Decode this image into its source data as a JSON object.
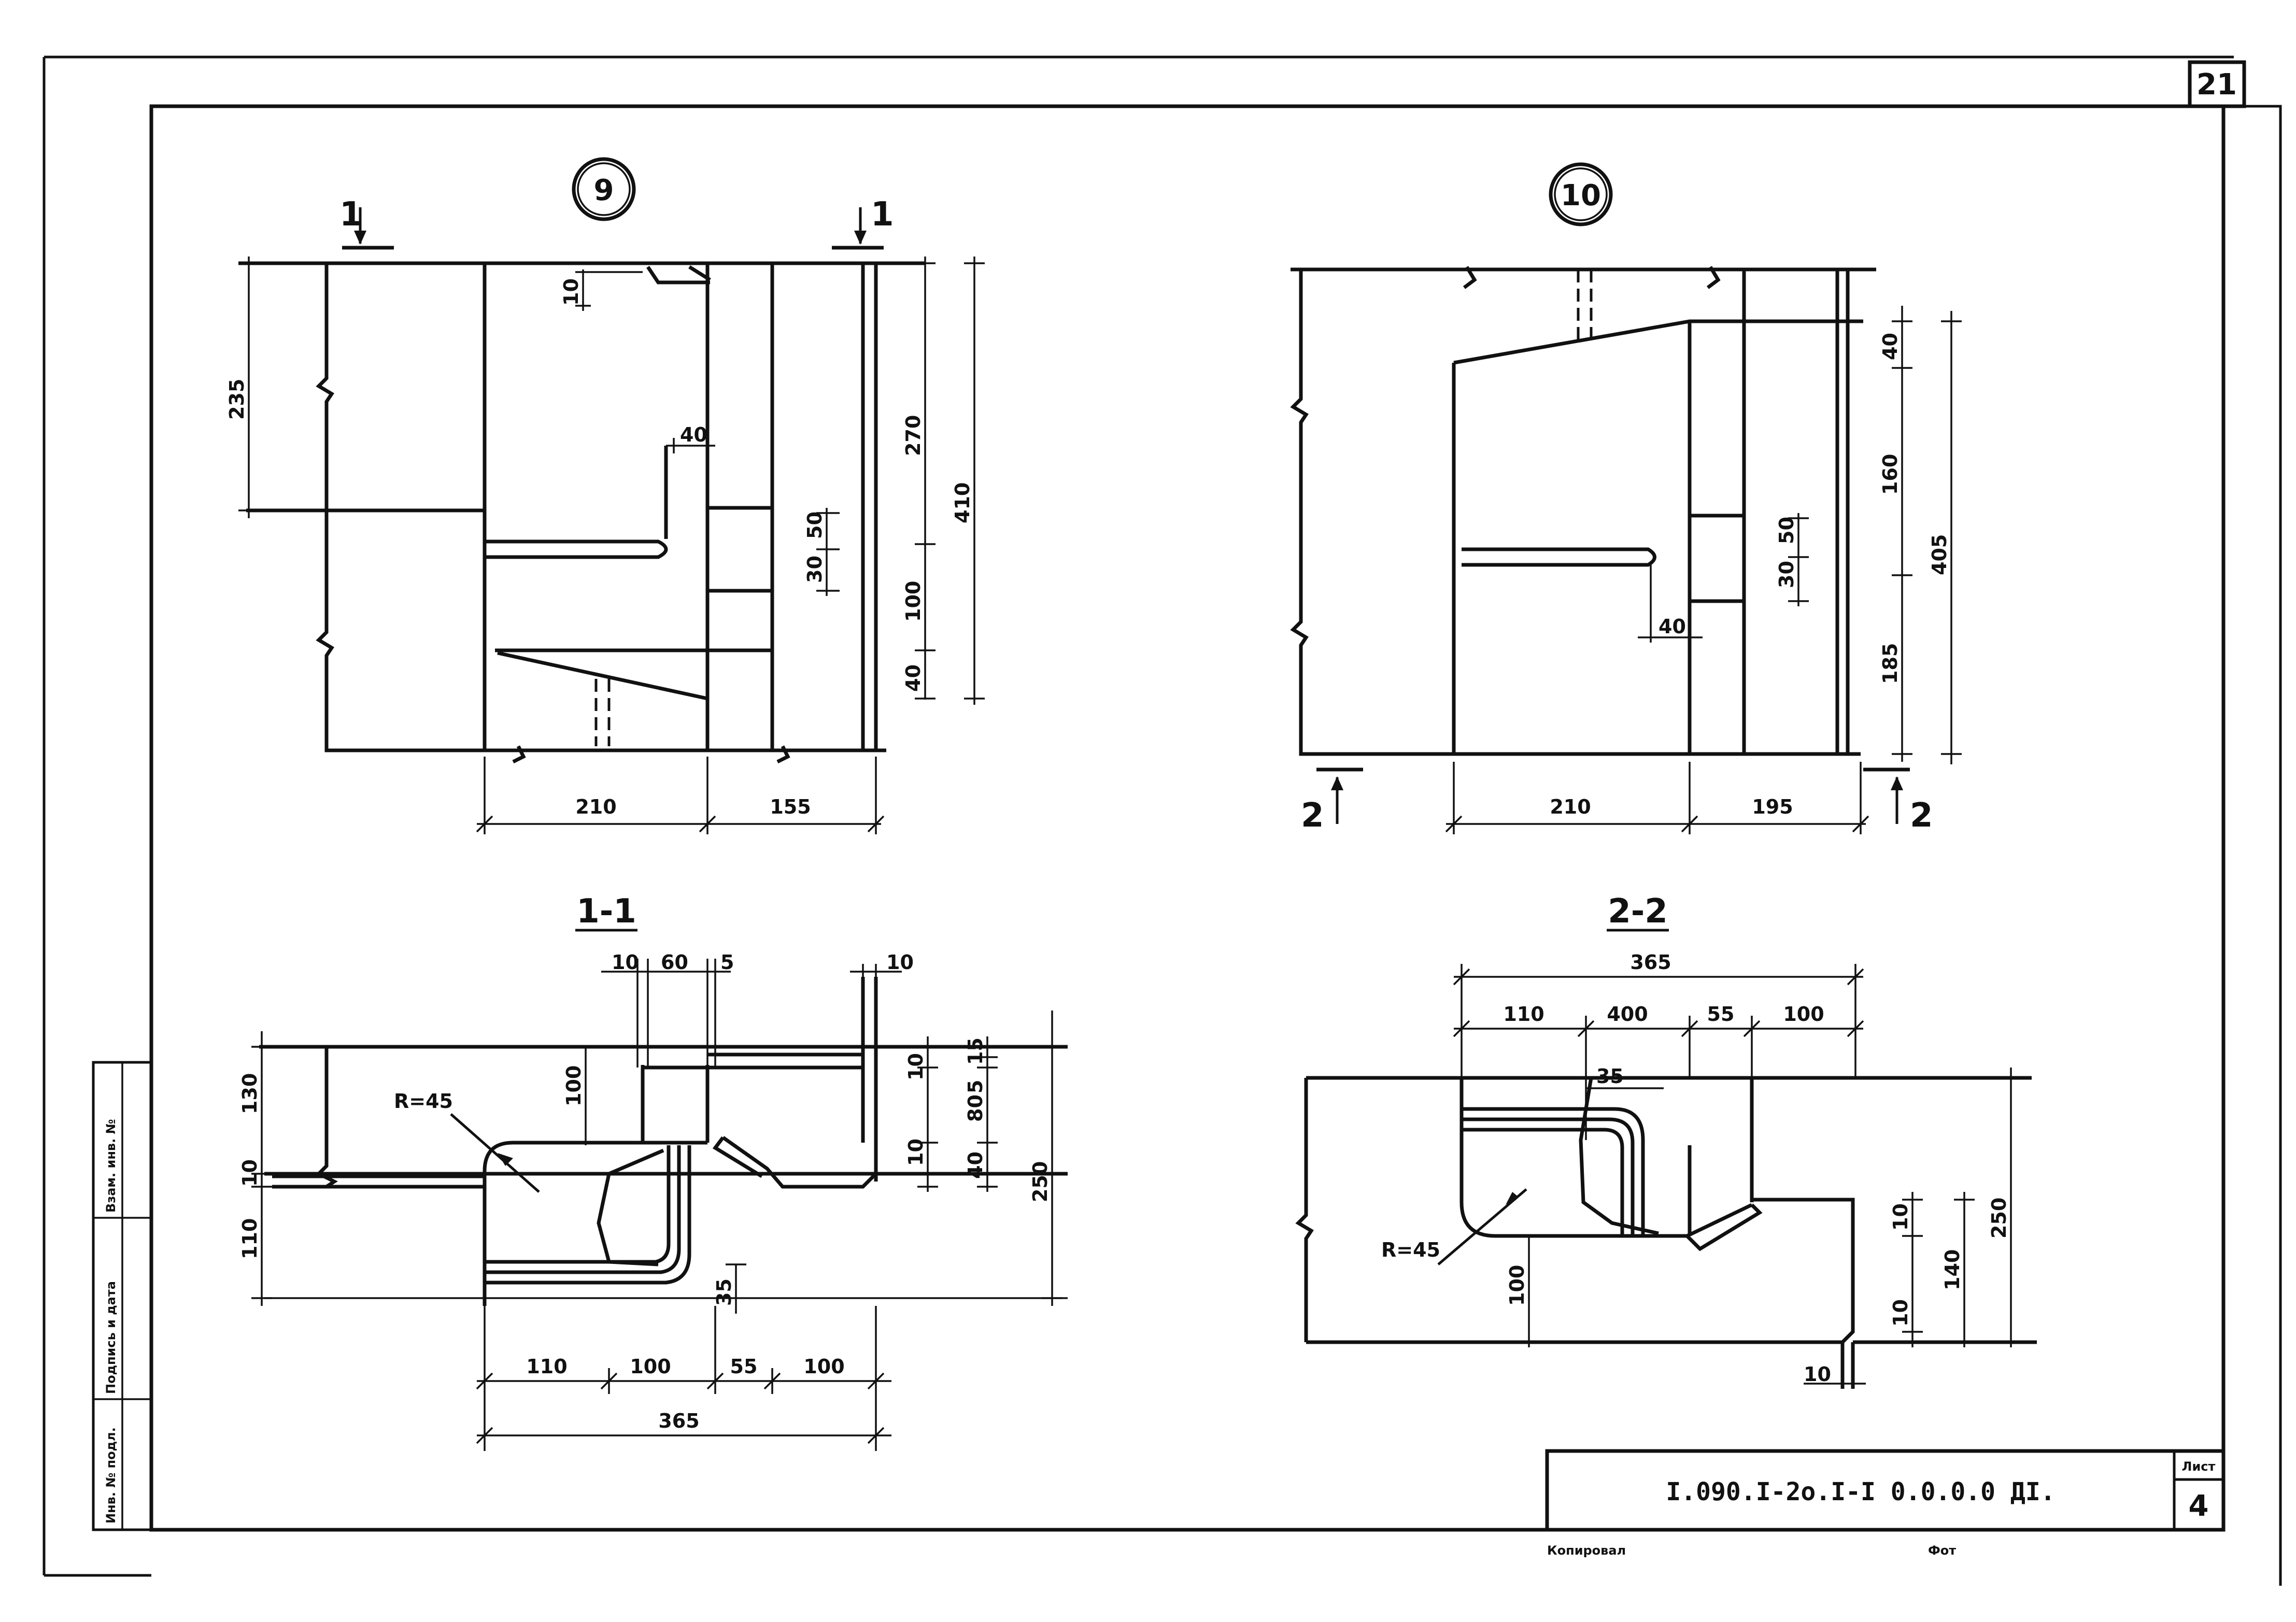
{
  "sheet": {
    "corner_number": "21",
    "designation": "I.090.I-2о.I-I 0.0.0.0 ДI.",
    "sheet_label": "Лист",
    "sheet_number": "4",
    "footer_left": "Копировал",
    "footer_right": "Фот",
    "side_stamp": [
      "Взам. инв. №",
      "Подпись и дата",
      "Инв. № подл."
    ]
  },
  "node9": {
    "label": "9",
    "cut_marks": [
      "1",
      "1"
    ],
    "dims": {
      "d235": "235",
      "d10": "10",
      "d40top": "40",
      "d270": "270",
      "d410": "410",
      "d50": "50",
      "d30": "30",
      "d100": "100",
      "d40bot": "40",
      "w210": "210",
      "w155": "155"
    }
  },
  "node10": {
    "label": "10",
    "cut_marks": [
      "2",
      "2"
    ],
    "dims": {
      "d40": "40",
      "d160": "160",
      "d405": "405",
      "d50": "50",
      "d30": "30",
      "d40small": "40",
      "d185": "185",
      "w210": "210",
      "w195": "195"
    }
  },
  "section11": {
    "title": "1-1",
    "radius": "R=45",
    "dims": {
      "t10a": "10",
      "t60": "60",
      "t5": "5",
      "t10b": "10",
      "d130": "130",
      "d100": "100",
      "d10": "10",
      "d110": "110",
      "r15": "15",
      "r10a": "10",
      "r5": "5",
      "r80": "80",
      "r10b": "10",
      "r40": "40",
      "r250": "250",
      "d35": "35",
      "b110": "110",
      "b100": "100",
      "b55": "55",
      "b100b": "100",
      "b365": "365"
    }
  },
  "section22": {
    "title": "2-2",
    "radius": "R=45",
    "dims": {
      "t365": "365",
      "t110": "110",
      "t400": "400",
      "t55": "55",
      "t100": "100",
      "d35": "35",
      "d100": "100",
      "d10a": "10",
      "d10b": "10",
      "d140": "140",
      "d250": "250",
      "d10c": "10"
    }
  }
}
